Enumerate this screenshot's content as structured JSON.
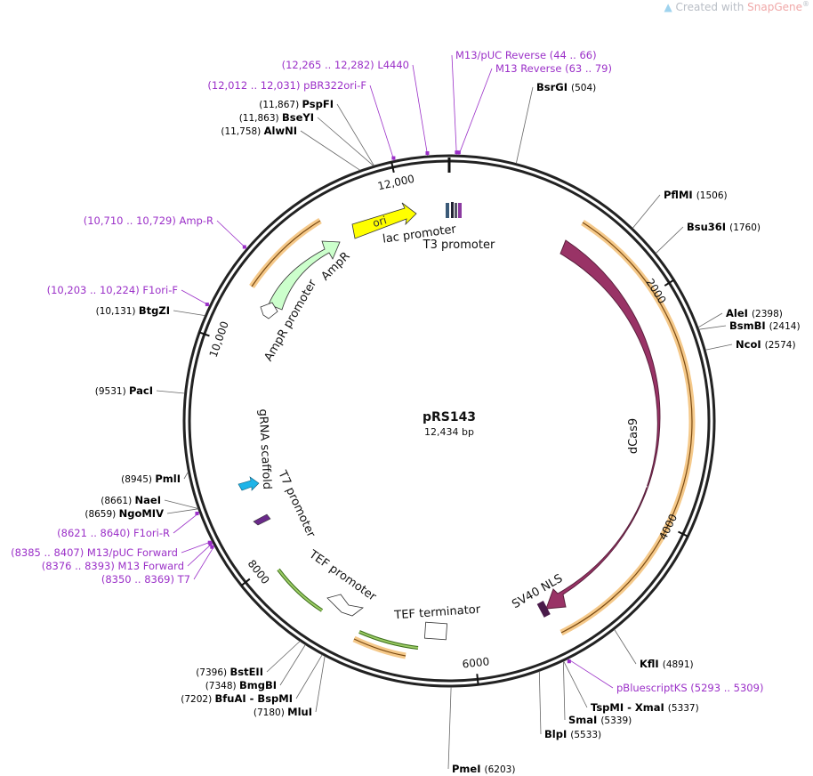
{
  "watermark": {
    "prefix": "Created with ",
    "brand": "SnapGene",
    "mark": "®"
  },
  "plasmid": {
    "name": "pRS143",
    "length_label": "12,434 bp",
    "length": 12434
  },
  "colors": {
    "primer": "#9b30c8",
    "site": "#000000",
    "dcas9": "#993366",
    "ampr": "#ccffcc",
    "ori": "#ffff00",
    "grna": "#1eb4e8",
    "orange_halo": "#f5c98a",
    "green_arrow": "#66aa33"
  },
  "ticks": [
    {
      "pos": 2000,
      "label": "2000"
    },
    {
      "pos": 4000,
      "label": "4000"
    },
    {
      "pos": 6000,
      "label": "6000"
    },
    {
      "pos": 8000,
      "label": "8000"
    },
    {
      "pos": 10000,
      "label": "10,000"
    },
    {
      "pos": 12000,
      "label": "12,000"
    }
  ],
  "right_sites": [
    {
      "pos": 504,
      "name": "BsrGI",
      "coord": "(504)"
    },
    {
      "pos": 1506,
      "name": "PflMI",
      "coord": "(1506)"
    },
    {
      "pos": 1760,
      "name": "Bsu36I",
      "coord": "(1760)"
    },
    {
      "pos": 2398,
      "name": "AleI",
      "coord": "(2398)"
    },
    {
      "pos": 2414,
      "name": "BsmBI",
      "coord": "(2414)"
    },
    {
      "pos": 2574,
      "name": "NcoI",
      "coord": "(2574)"
    },
    {
      "pos": 4891,
      "name": "KflI",
      "coord": "(4891)"
    },
    {
      "pos": 5337,
      "name": "TspMI - XmaI",
      "coord": "(5337)"
    },
    {
      "pos": 5339,
      "name": "SmaI",
      "coord": "(5339)"
    },
    {
      "pos": 5533,
      "name": "BlpI",
      "coord": "(5533)"
    }
  ],
  "bottom_sites": [
    {
      "pos": 6203,
      "name": "PmeI",
      "coord": "(6203)"
    }
  ],
  "left_sites": [
    {
      "pos": 7396,
      "name": "BstEII",
      "coord": "(7396)"
    },
    {
      "pos": 7348,
      "name": "BmgBI",
      "coord": "(7348)"
    },
    {
      "pos": 7202,
      "name": "BfuAI - BspMI",
      "coord": "(7202)"
    },
    {
      "pos": 7180,
      "name": "MluI",
      "coord": "(7180)"
    },
    {
      "pos": 8945,
      "name": "PmlI",
      "coord": "(8945)"
    },
    {
      "pos": 8661,
      "name": "NaeI",
      "coord": "(8661)"
    },
    {
      "pos": 8659,
      "name": "NgoMIV",
      "coord": "(8659)"
    },
    {
      "pos": 9531,
      "name": "PacI",
      "coord": "(9531)"
    },
    {
      "pos": 10131,
      "name": "BtgZI",
      "coord": "(10,131)"
    },
    {
      "pos": 11758,
      "name": "AlwNI",
      "coord": "(11,758)"
    },
    {
      "pos": 11863,
      "name": "BseYI",
      "coord": "(11,863)"
    },
    {
      "pos": 11867,
      "name": "PspFI",
      "coord": "(11,867)"
    }
  ],
  "right_primers": [
    {
      "pos": 5301,
      "name": "pBluescriptKS",
      "coord": "(5293 .. 5309)"
    }
  ],
  "top_primers": [
    {
      "pos": 55,
      "name": "M13/pUC Reverse",
      "coord": "(44 .. 66)"
    },
    {
      "pos": 71,
      "name": "M13 Reverse",
      "coord": "(63 .. 79)"
    }
  ],
  "left_primers": [
    {
      "pos": 12273,
      "name": "L4440",
      "coord": "(12,265 .. 12,282)"
    },
    {
      "pos": 12021,
      "name": "pBR322ori-F",
      "coord": "(12,012 .. 12,031)"
    },
    {
      "pos": 10719,
      "name": "Amp-R",
      "coord": "(10,710 .. 10,729)"
    },
    {
      "pos": 10213,
      "name": "F1ori-F",
      "coord": "(10,203 .. 10,224)"
    },
    {
      "pos": 8630,
      "name": "F1ori-R",
      "coord": "(8621 .. 8640)"
    },
    {
      "pos": 8396,
      "name": "M13/pUC Forward",
      "coord": "(8385 .. 8407)"
    },
    {
      "pos": 8384,
      "name": "M13 Forward",
      "coord": "(8376 .. 8393)"
    },
    {
      "pos": 8359,
      "name": "T7",
      "coord": "(8350 .. 8369)"
    }
  ],
  "features": {
    "dcas9": "dCas9",
    "sv40_nls": "SV40 NLS",
    "ampr": "AmpR",
    "ampr_promoter": "AmpR promoter",
    "ori": "ori",
    "lac_promoter": "lac promoter",
    "t3_promoter": "T3 promoter",
    "grna_scaffold": "gRNA scaffold",
    "t7_promoter": "T7 promoter",
    "tef_promoter": "TEF promoter",
    "tef_terminator": "TEF terminator"
  }
}
